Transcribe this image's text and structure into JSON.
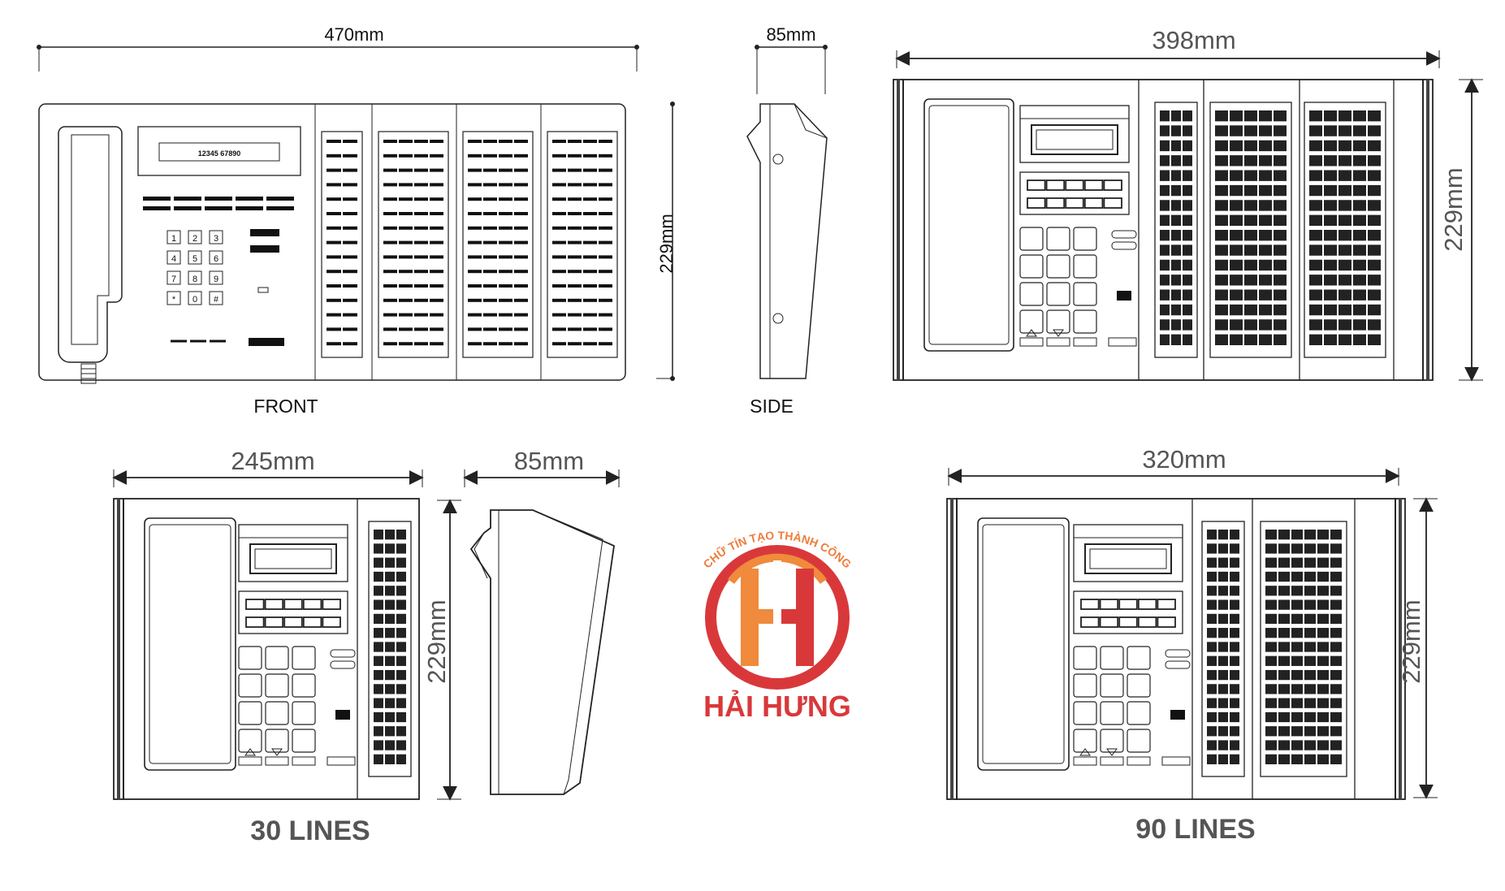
{
  "dimensions": {
    "front_width": "470mm",
    "side_depth_top": "85mm",
    "front_height": "229mm",
    "large_width": "398mm",
    "large_height": "229mm",
    "small_width": "245mm",
    "side_depth_bottom": "85mm",
    "small_height": "229mm",
    "medium_width": "320mm",
    "medium_height": "229mm"
  },
  "captions": {
    "front": "FRONT",
    "side": "SIDE",
    "lines_30": "30 LINES",
    "lines_90": "90 LINES"
  },
  "display_text": "12345 67890",
  "keypad_keys": [
    "1",
    "2",
    "3",
    "4",
    "5",
    "6",
    "7",
    "8",
    "9",
    "*",
    "0",
    "#"
  ],
  "logo": {
    "arc_text": "CHỮ TÍN TẠO THÀNH CÔNG",
    "brand": "HẢI HƯNG",
    "colors": {
      "orange": "#f08a3c",
      "red": "#d9383a",
      "arc_text": "#ee7d3b"
    }
  }
}
